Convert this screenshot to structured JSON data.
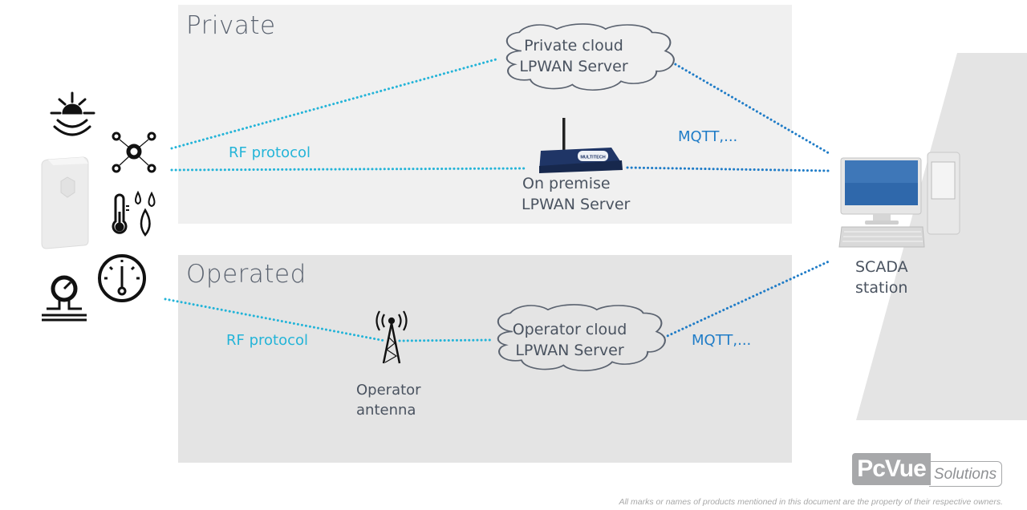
{
  "colors": {
    "rf_line": "#24b4d8",
    "mqtt_line": "#1f7cc7",
    "panel_private": "#f0f0f0",
    "panel_operated": "#e4e4e4",
    "text": "#4a5360"
  },
  "zones": {
    "private": {
      "title": "Private"
    },
    "operated": {
      "title": "Operated"
    }
  },
  "devices": {
    "icons": [
      "light-sensor-icon",
      "network-node-icon",
      "lorawan-sensor-device",
      "temperature-humidity-icon",
      "pressure-gauge-icon",
      "dial-gauge-icon"
    ]
  },
  "private": {
    "cloud_server": {
      "line1": "Private cloud",
      "line2": "LPWAN Server"
    },
    "premise_server": {
      "line1": "On premise",
      "line2": "LPWAN Server",
      "device_brand": "MULTITECH"
    },
    "rf_label": "RF protocol",
    "mqtt_label": "MQTT,..."
  },
  "operated": {
    "antenna": {
      "line1": "Operator",
      "line2": "antenna"
    },
    "cloud_server": {
      "line1": "Operator cloud",
      "line2": "LPWAN Server"
    },
    "rf_label": "RF protocol",
    "mqtt_label": "MQTT,..."
  },
  "scada": {
    "line1": "SCADA",
    "line2": "station"
  },
  "logo": {
    "main": "PcVue",
    "sub": "Solutions"
  },
  "disclaimer": "All marks or names of products mentioned in this document are the property of their respective owners."
}
